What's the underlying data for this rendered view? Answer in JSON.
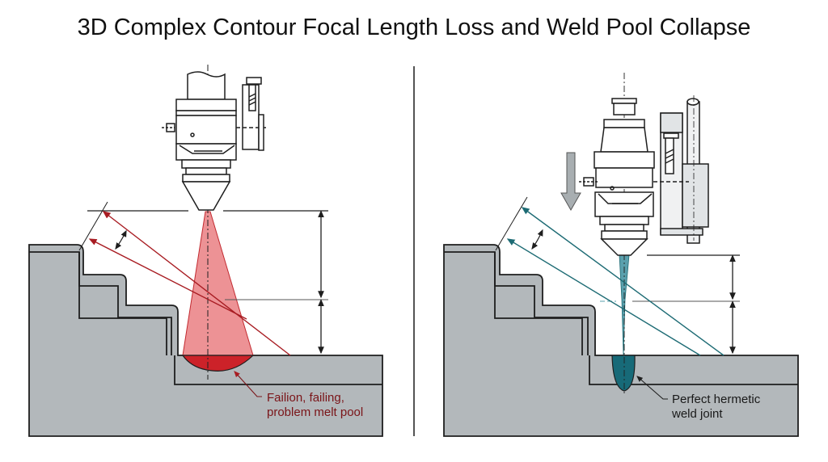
{
  "title": "3D Complex Contour Focal Length Loss and Weld Pool Collapse",
  "colors": {
    "background": "#ffffff",
    "workpiece": "#b3b8bb",
    "outline": "#1e1e1e",
    "bad_beam": "#e8777a",
    "bad_pool": "#cc2229",
    "bad_ray": "#a81c22",
    "bad_text": "#7a1418",
    "good_beam": "#5aa0ad",
    "good_pool": "#176a78",
    "good_ray": "#1d6b74",
    "good_text": "#1a1a1a",
    "divider": "#555555",
    "arrow_fill": "#a8aeb1"
  },
  "panels": [
    {
      "id": "left",
      "state": "defocused",
      "annotation": [
        "Failion, failing,",
        "problem melt pool"
      ]
    },
    {
      "id": "right",
      "state": "focused",
      "annotation": [
        "Perfect hermetic",
        "weld joint"
      ]
    }
  ]
}
